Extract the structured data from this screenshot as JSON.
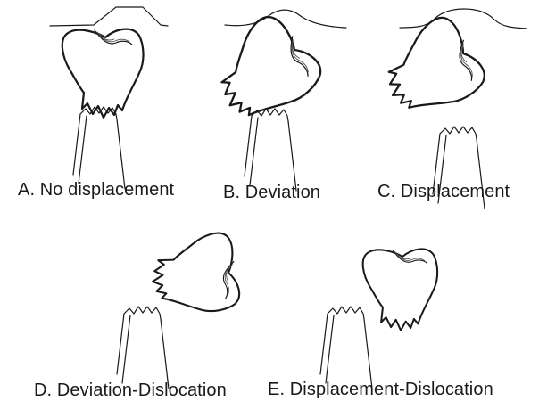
{
  "panels": [
    {
      "id": "a",
      "caption": "A. No displacement"
    },
    {
      "id": "b",
      "caption": "B. Deviation"
    },
    {
      "id": "c",
      "caption": "C. Displacement"
    },
    {
      "id": "d",
      "caption": "D. Deviation-Dislocation"
    },
    {
      "id": "e",
      "caption": "E. Displacement-Dislocation"
    }
  ]
}
